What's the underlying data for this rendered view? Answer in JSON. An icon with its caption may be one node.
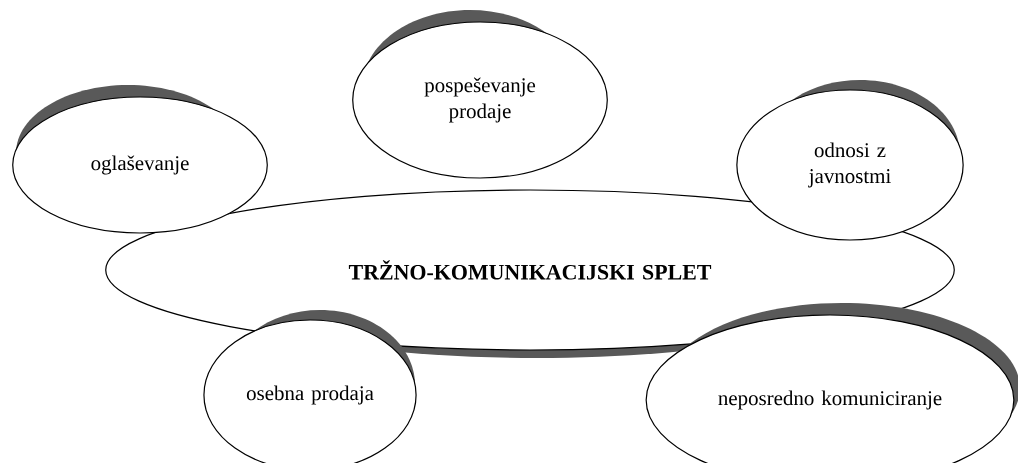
{
  "diagram": {
    "nodes": [
      {
        "text": [
          "oglaševanje"
        ]
      },
      {
        "text": [
          "pospeševanje prodaje"
        ]
      },
      {
        "text": [
          "odnosi z javnostmi"
        ]
      },
      {
        "text": [
          "TRŽNO-KOMUNIKACIJSKI SPLET"
        ]
      },
      {
        "text": [
          "osebna prodaja"
        ]
      },
      {
        "text": [
          "neposredno komuniciranje"
        ]
      }
    ]
  }
}
